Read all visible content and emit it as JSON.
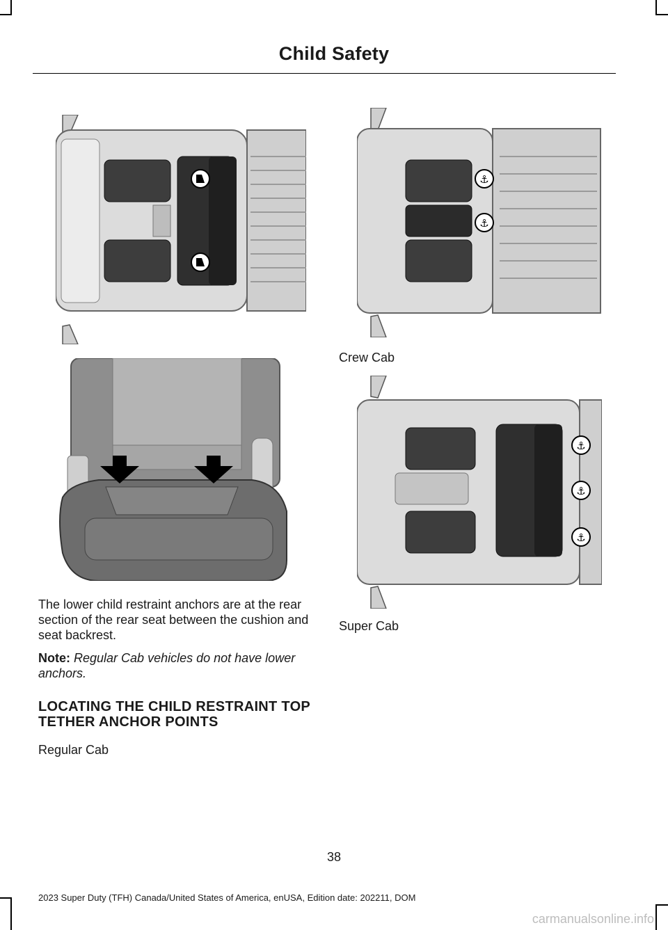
{
  "header": {
    "title": "Child Safety"
  },
  "figures": {
    "regular_cab_lower": {
      "icon": "child-seat-anchor-icon"
    },
    "seat_closeup": {
      "icon": "down-arrow-icon"
    },
    "crew_cab_top": {
      "icon": "top-tether-anchor-icon"
    },
    "super_cab_top": {
      "icon": "top-tether-anchor-icon"
    }
  },
  "content": {
    "paragraph": "The lower child restraint anchors are at the rear section of the rear seat between the cushion and seat backrest.",
    "note_label": "Note:",
    "note_text": "Regular Cab vehicles do not have lower anchors.",
    "heading": "LOCATING THE CHILD RESTRAINT TOP TETHER ANCHOR POINTS",
    "caption_regular_cab": "Regular Cab",
    "caption_crew_cab": "Crew Cab",
    "caption_super_cab": "Super Cab"
  },
  "footer": {
    "page_number": "38",
    "edition": "2023 Super Duty (TFH) Canada/United States of America, enUSA, Edition date: 202211, DOM",
    "watermark": "carmanualsonline.info"
  }
}
